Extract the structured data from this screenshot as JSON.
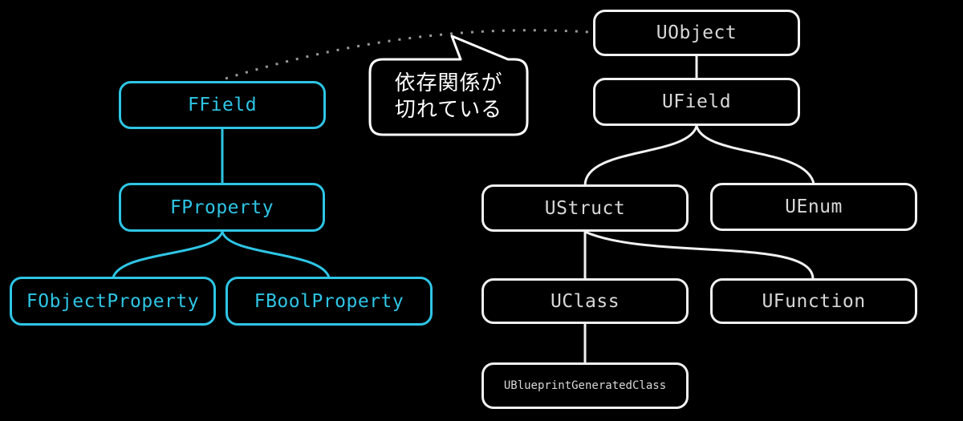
{
  "nodes": {
    "ffield": {
      "label": "FField"
    },
    "fproperty": {
      "label": "FProperty"
    },
    "fobjectproperty": {
      "label": "FObjectProperty"
    },
    "fboolproperty": {
      "label": "FBoolProperty"
    },
    "uobject": {
      "label": "UObject"
    },
    "ufield": {
      "label": "UField"
    },
    "ustruct": {
      "label": "UStruct"
    },
    "uenum": {
      "label": "UEnum"
    },
    "uclass": {
      "label": "UClass"
    },
    "ufunction": {
      "label": "UFunction"
    },
    "ublueprintgeneratedclass": {
      "label": "UBlueprintGeneratedClass"
    }
  },
  "callout": {
    "line1": "依存関係が",
    "line2": "切れている"
  },
  "colors": {
    "background": "#000000",
    "f_tree_accent": "#2ec5e5",
    "u_tree_accent": "#f2f2f2",
    "dotted_link": "#999999",
    "callout_border": "#ffffff",
    "callout_text": "#ffffff"
  },
  "edges": [
    {
      "from": "FField",
      "to": "FProperty",
      "style": "solid"
    },
    {
      "from": "FProperty",
      "to": "FObjectProperty",
      "style": "solid"
    },
    {
      "from": "FProperty",
      "to": "FBoolProperty",
      "style": "solid"
    },
    {
      "from": "UObject",
      "to": "UField",
      "style": "solid"
    },
    {
      "from": "UField",
      "to": "UStruct",
      "style": "solid"
    },
    {
      "from": "UField",
      "to": "UEnum",
      "style": "solid"
    },
    {
      "from": "UStruct",
      "to": "UClass",
      "style": "solid"
    },
    {
      "from": "UStruct",
      "to": "UFunction",
      "style": "solid"
    },
    {
      "from": "UClass",
      "to": "UBlueprintGeneratedClass",
      "style": "solid"
    },
    {
      "from": "UObject",
      "to": "FField",
      "style": "dotted"
    }
  ]
}
